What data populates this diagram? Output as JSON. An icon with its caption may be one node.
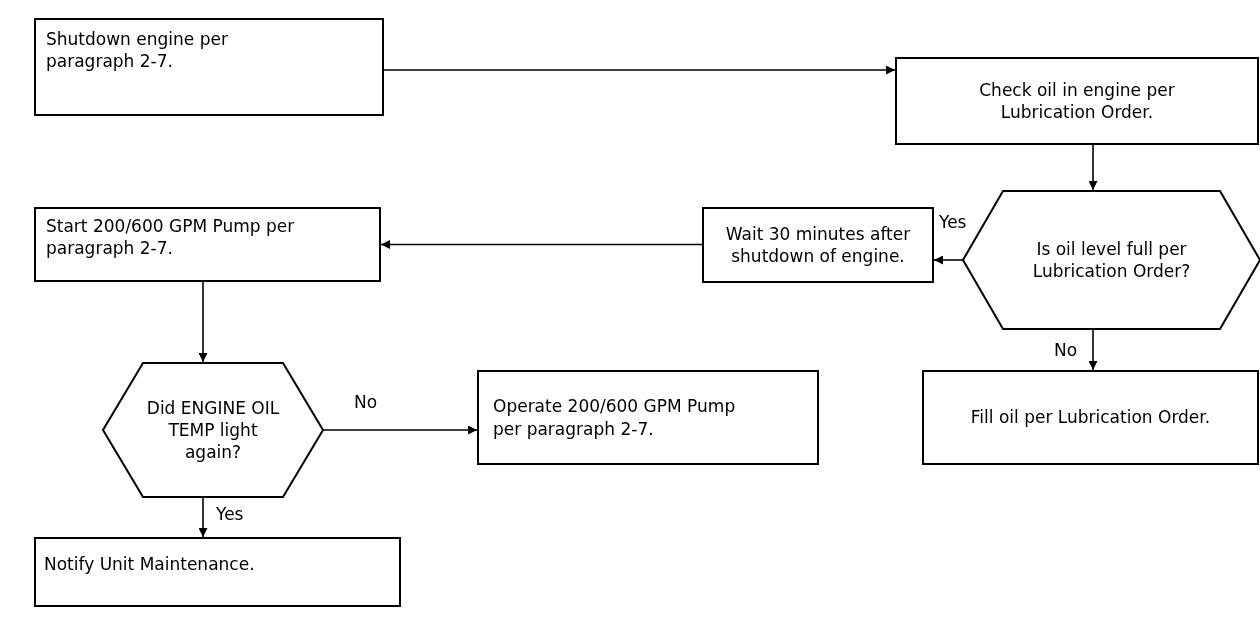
{
  "diagram": {
    "nodes": [
      {
        "text": [
          "Shutdown engine per paragraph 2-7."
        ]
      },
      {
        "text": [
          "Check oil in engine per Lubrication Order."
        ]
      },
      {
        "text": [
          "Is oil level full per Lubrication Order?"
        ]
      },
      {
        "text": [
          "Wait 30 minutes after shutdown of engine."
        ]
      },
      {
        "text": [
          "Start 200/600 GPM Pump per paragraph 2-7."
        ]
      },
      {
        "text": [
          "Fill oil per Lubrication Order."
        ]
      },
      {
        "text": [
          "Did ENGINE OIL TEMP light again?"
        ]
      },
      {
        "text": [
          "Operate 200/600 GPM Pump per paragraph 2-7."
        ]
      },
      {
        "text": [
          "Notify Unit Maintenance."
        ]
      }
    ],
    "edges": [
      {
        "from": 0,
        "to": 1,
        "arrow": "to"
      },
      {
        "from": 1,
        "to": 2,
        "arrow": "to"
      },
      {
        "from": 2,
        "to": 3,
        "arrow": "to",
        "label": "Yes"
      },
      {
        "from": 2,
        "to": 5,
        "arrow": "to",
        "label": "No"
      },
      {
        "from": 3,
        "to": 4,
        "arrow": "to"
      },
      {
        "from": 4,
        "to": 6,
        "arrow": "to"
      },
      {
        "from": 6,
        "to": 7,
        "arrow": "to",
        "label": "No"
      },
      {
        "from": 6,
        "to": 8,
        "arrow": "to",
        "label": "Yes"
      }
    ]
  }
}
